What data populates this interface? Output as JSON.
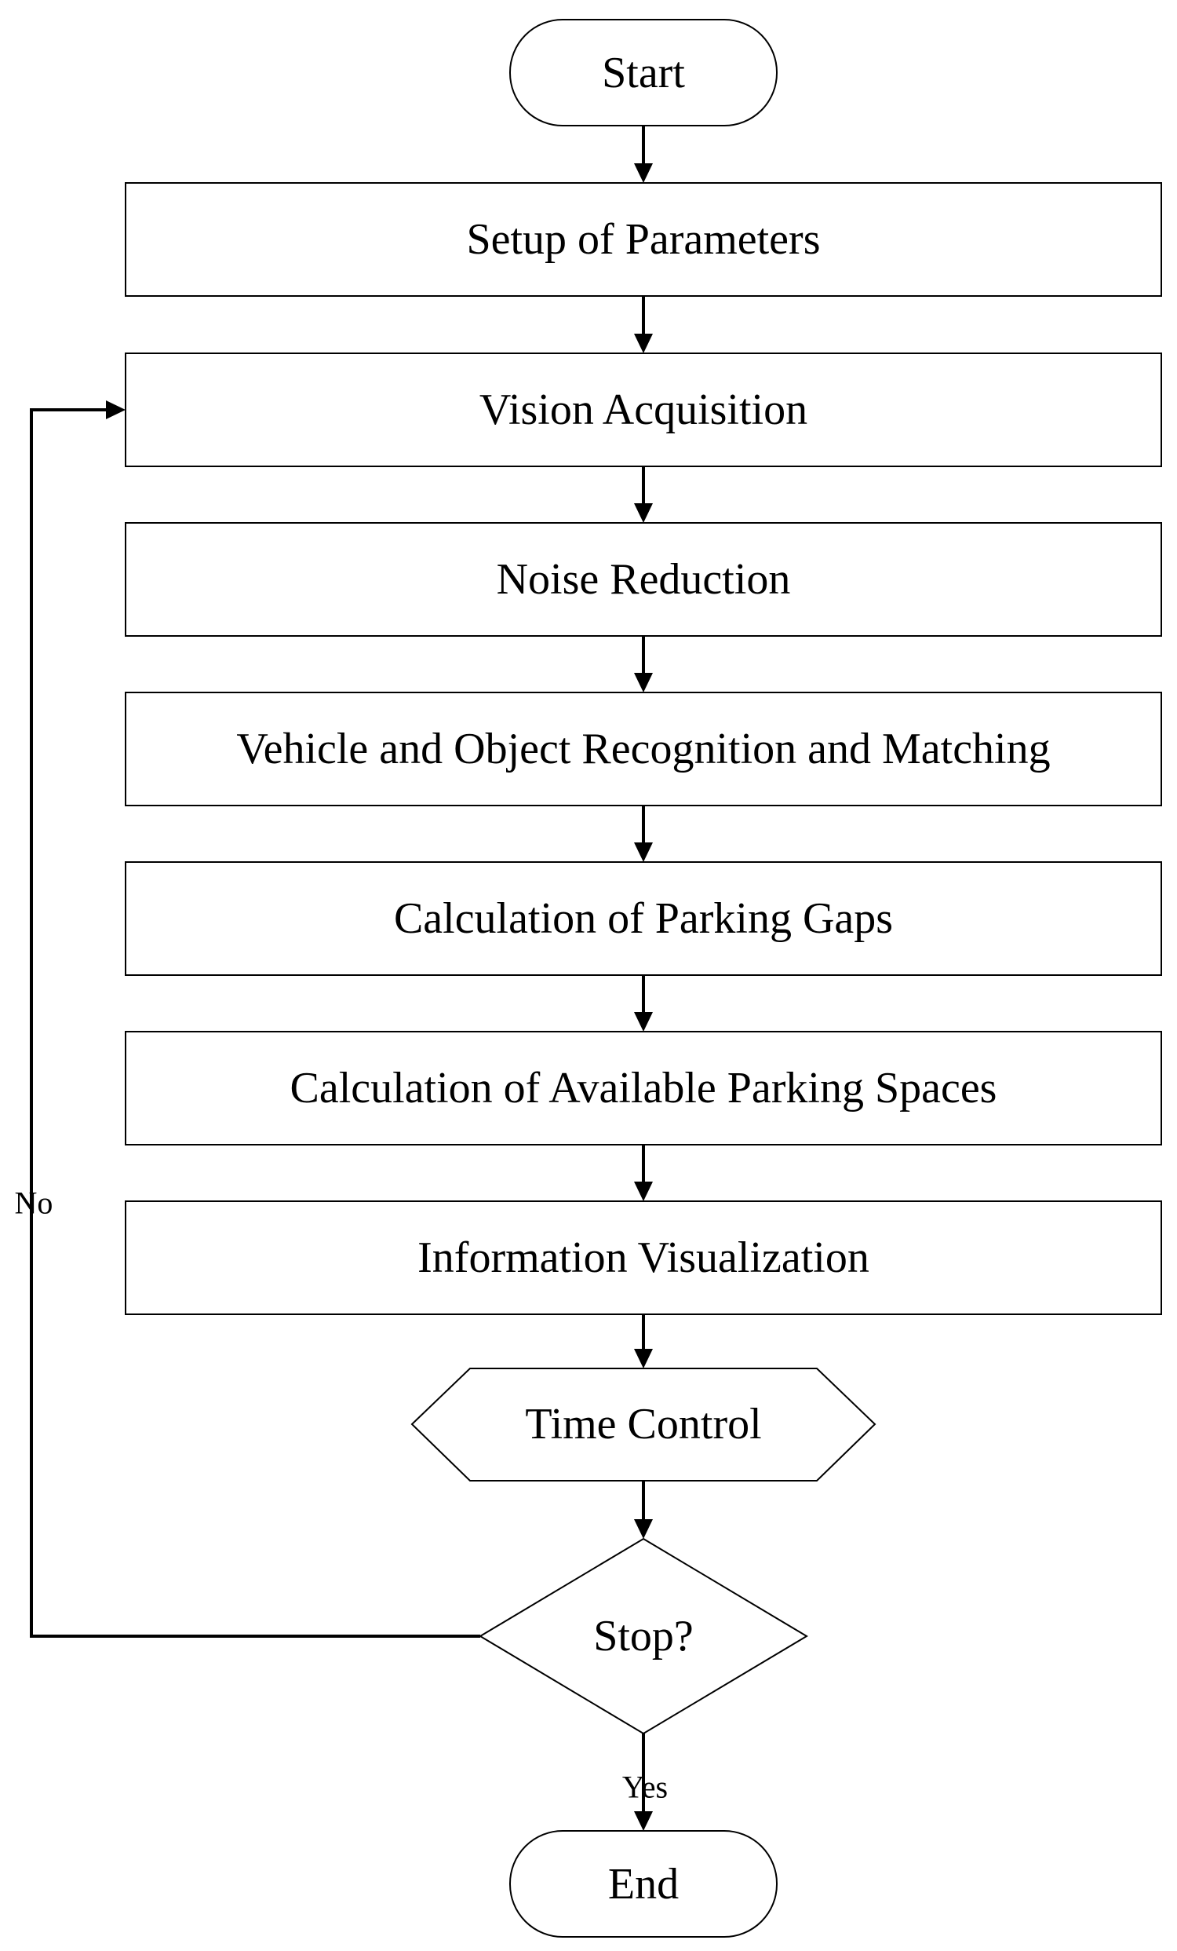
{
  "nodes": {
    "start": "Start",
    "setup": "Setup of Parameters",
    "vision": "Vision Acquisition",
    "noise": "Noise Reduction",
    "recognition": "Vehicle and Object Recognition and Matching",
    "gaps": "Calculation of Parking Gaps",
    "spaces": "Calculation of Available Parking Spaces",
    "visualization": "Information Visualization",
    "time_control": "Time Control",
    "stop": "Stop?",
    "end": "End"
  },
  "branches": {
    "no": "No",
    "yes": "Yes"
  },
  "colors": {
    "stroke": "#000000",
    "fill": "#ffffff"
  }
}
